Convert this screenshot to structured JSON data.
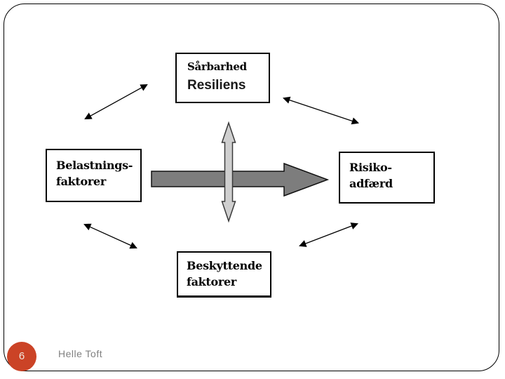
{
  "slide": {
    "background_color": "#ffffff",
    "frame_color": "#000000"
  },
  "diagram": {
    "boxes": {
      "vulnerability": {
        "lines": [
          "Sårbarhed",
          "Resiliens"
        ]
      },
      "load": {
        "lines": [
          "Belastnings-",
          "faktorer"
        ]
      },
      "risk": {
        "lines": [
          "Risiko-",
          "adfærd"
        ]
      },
      "protective": {
        "lines": [
          "Beskyttende",
          "faktorer"
        ]
      }
    },
    "arrows": {
      "horizontal_right_arrow": {
        "color": "#7d7d7d",
        "outline": "#111111"
      },
      "vertical_double_arrow": {
        "color": "#cfcfcf",
        "outline": "#3a3a3a"
      },
      "diagonal_double_arrows": [
        "load-to-vulnerability",
        "vulnerability-to-risk",
        "load-to-protective",
        "protective-to-risk"
      ],
      "diagonal_color": "#000000"
    }
  },
  "footer": {
    "slide_number": "6",
    "author": "Helle Toft",
    "badge_color": "#cb4326",
    "author_color": "#808080"
  }
}
